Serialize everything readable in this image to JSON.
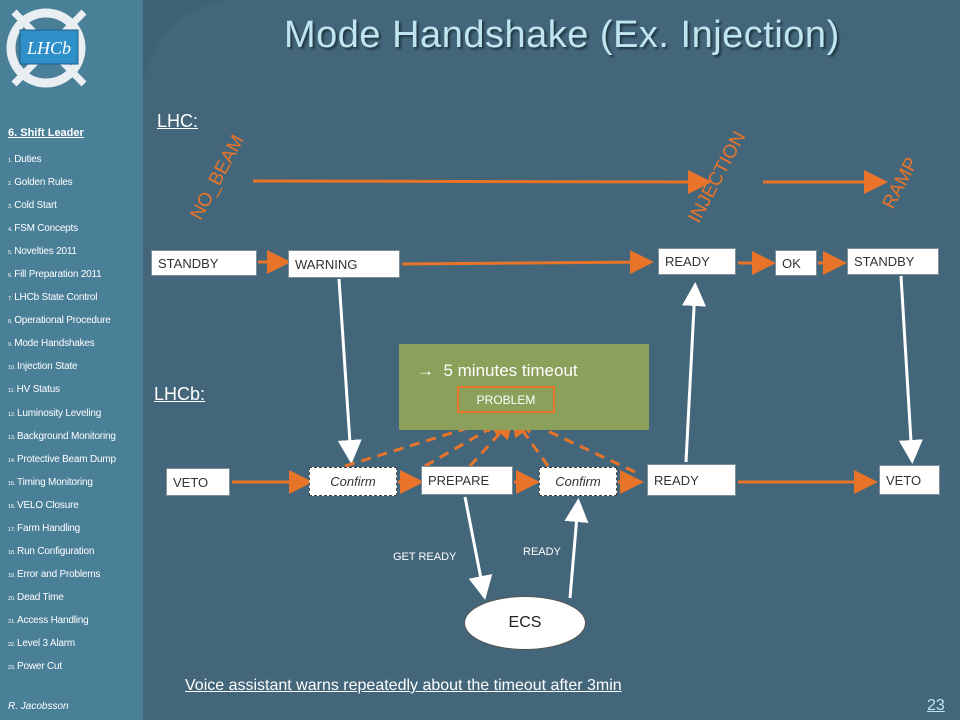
{
  "header": {
    "title": "Mode Handshake (Ex. Injection)",
    "logo_text": "LHCb"
  },
  "sidebar": {
    "section": "6. Shift Leader",
    "items": [
      {
        "num": "1.",
        "label": "Duties"
      },
      {
        "num": "2.",
        "label": "Golden Rules"
      },
      {
        "num": "3.",
        "label": "Cold Start"
      },
      {
        "num": "4.",
        "label": "FSM Concepts"
      },
      {
        "num": "5.",
        "label": "Novelties 2011"
      },
      {
        "num": "6.",
        "label": "Fill Preparation 2011"
      },
      {
        "num": "7.",
        "label": "LHCb State Control"
      },
      {
        "num": "8.",
        "label": "Operational Procedure"
      },
      {
        "num": "9.",
        "label": "Mode Handshakes"
      },
      {
        "num": "10.",
        "label": "Injection State"
      },
      {
        "num": "11.",
        "label": "HV Status"
      },
      {
        "num": "12.",
        "label": "Luminosity Leveling"
      },
      {
        "num": "13.",
        "label": "Background Monitoring"
      },
      {
        "num": "14.",
        "label": "Protective Beam Dump"
      },
      {
        "num": "15.",
        "label": "Timing Monitoring"
      },
      {
        "num": "16.",
        "label": "VELO Closure"
      },
      {
        "num": "17.",
        "label": "Farm Handling"
      },
      {
        "num": "18.",
        "label": "Run Configuration"
      },
      {
        "num": "19.",
        "label": "Error and Problems"
      },
      {
        "num": "20.",
        "label": "Dead Time"
      },
      {
        "num": "21.",
        "label": "Access Handling"
      },
      {
        "num": "22.",
        "label": "Level 3 Alarm"
      },
      {
        "num": "23.",
        "label": "Power Cut"
      }
    ],
    "author": "R. Jacobsson"
  },
  "diagram": {
    "lhc_label": "LHC:",
    "lhcb_label": "LHCb:",
    "modes": {
      "no_beam": "NO_BEAM",
      "injection": "INJECTION",
      "ramp": "RAMP"
    },
    "lhc_states": {
      "standby1": "STANDBY",
      "warning": "WARNING",
      "ready": "READY",
      "ok": "OK",
      "standby2": "STANDBY"
    },
    "lhcb_states": {
      "veto1": "VETO",
      "confirm1": "Confirm",
      "prepare": "PREPARE",
      "confirm2": "Confirm",
      "ready": "READY",
      "veto2": "VETO"
    },
    "timeout_text": "5 minutes timeout",
    "timeout_arrow": "",
    "problem": "PROBLEM",
    "get_ready": "GET  READY",
    "ready_label": "READY",
    "ecs": "ECS",
    "colors": {
      "arrow": "#e8742a",
      "timeout_bg": "#8ba05a"
    }
  },
  "footer": {
    "note": "Voice assistant warns repeatedly about the timeout after 3min",
    "page_number": "23"
  }
}
